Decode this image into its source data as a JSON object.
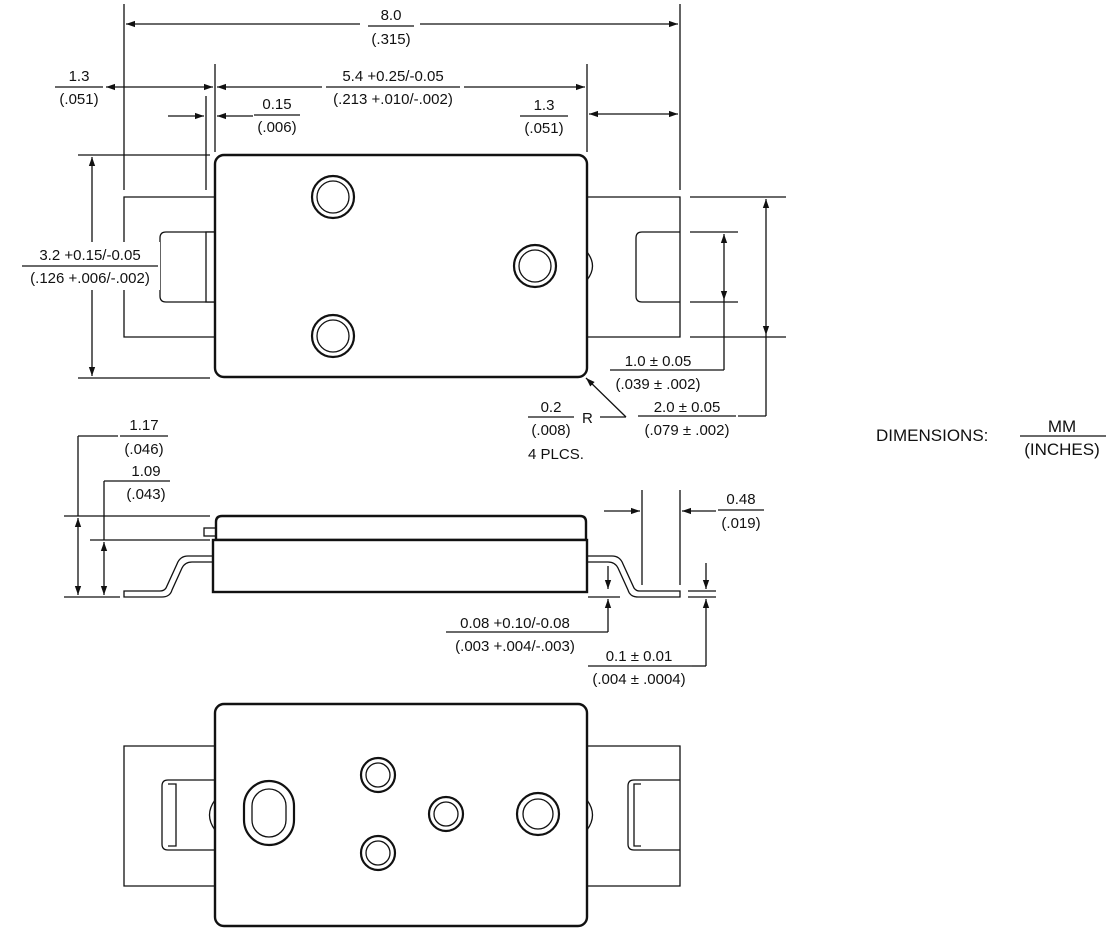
{
  "dimensions": {
    "overall_width": {
      "mm": "8.0",
      "in": "(.315)"
    },
    "left_lead": {
      "mm": "1.3",
      "in": "(.051)"
    },
    "body_width": {
      "mm": "5.4 +0.25/-0.05",
      "in": "(.213 +.010/-.002)"
    },
    "gap": {
      "mm": "0.15",
      "in": "(.006)"
    },
    "right_lead": {
      "mm": "1.3",
      "in": "(.051)"
    },
    "height": {
      "mm": "3.2 +0.15/-0.05",
      "in": "(.126 +.006/-.002)"
    },
    "slot_width": {
      "mm": "1.0 ± 0.05",
      "in": "(.039 ± .002)"
    },
    "pad_width": {
      "mm": "2.0 ± 0.05",
      "in": "(.079 ± .002)"
    },
    "radius": {
      "mm": "0.2",
      "in": "(.008)",
      "suffix": "R",
      "note": "4 PLCS."
    },
    "overall_height": {
      "mm": "1.17",
      "in": "(.046)"
    },
    "body_height": {
      "mm": "1.09",
      "in": "(.043)"
    },
    "lead_length": {
      "mm": "0.48",
      "in": "(.019)"
    },
    "standoff": {
      "mm": "0.08 +0.10/-0.08",
      "in": "(.003 +.004/-.003)"
    },
    "lead_thickness": {
      "mm": "0.1 ± 0.01",
      "in": "(.004 ± .0004)"
    }
  },
  "legend": {
    "label": "DIMENSIONS:",
    "unit_top": "MM",
    "unit_bottom": "(INCHES)"
  }
}
